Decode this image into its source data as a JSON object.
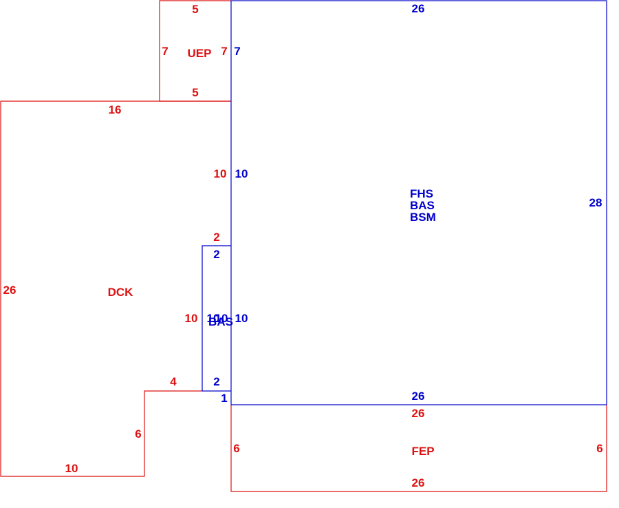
{
  "colors": {
    "red": "#dd1111",
    "blue": "#0000cc"
  },
  "areas": {
    "uep": {
      "label": "UEP",
      "top": "5",
      "left": "7",
      "right": "7",
      "bottom": "5"
    },
    "dck": {
      "label": "DCK",
      "top": "16",
      "left": "26",
      "upper_right": "10",
      "notch_top": "2",
      "inner_right": "10",
      "step_top": "4",
      "step_side": "6",
      "bottom": "10"
    },
    "fhs": {
      "labels": [
        "FHS",
        "BAS",
        "BSM"
      ],
      "top": "26",
      "left_upper": "7",
      "left_mid": "10",
      "left_lower": "10",
      "right": "28",
      "bottom": "26",
      "corner": "1"
    },
    "bas": {
      "label": "BAS",
      "top": "2",
      "left": "10",
      "right": "10",
      "bottom": "2"
    },
    "fep": {
      "label": "FEP",
      "top": "26",
      "left": "6",
      "right": "6",
      "bottom": "26"
    }
  }
}
